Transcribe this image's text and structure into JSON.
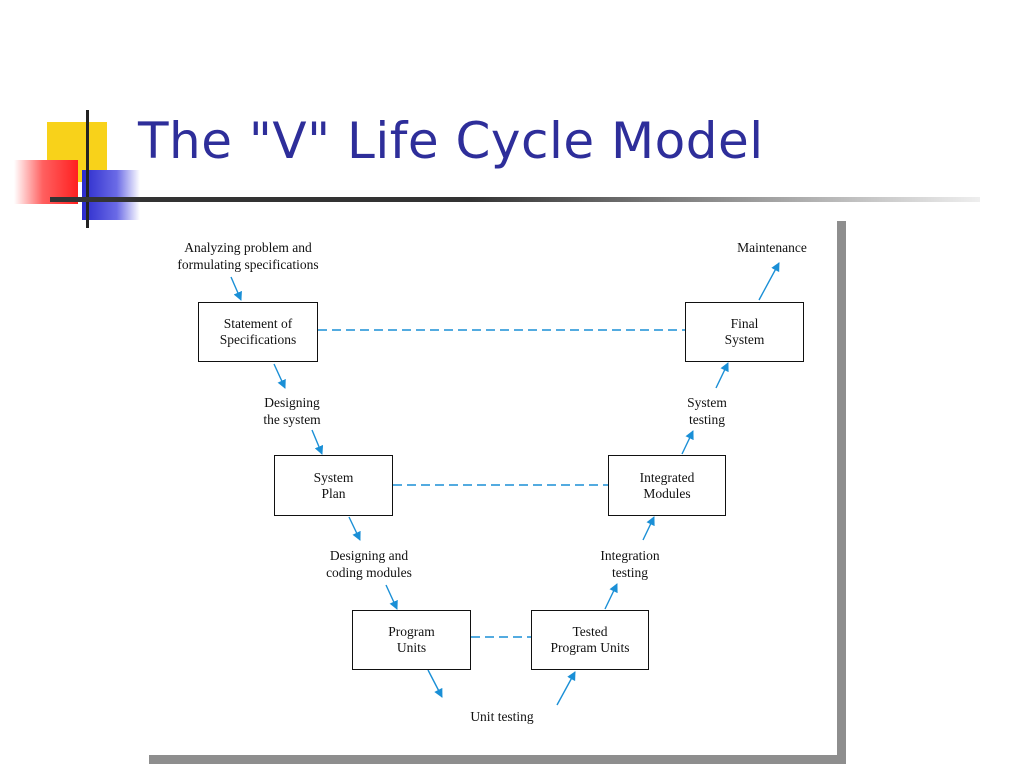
{
  "slide": {
    "title": "The \"V\" Life Cycle Model"
  },
  "diagram": {
    "boxes": {
      "statement": "Statement of\nSpecifications",
      "final": "Final\nSystem",
      "system_plan": "System\nPlan",
      "integrated": "Integrated\nModules",
      "program_units": "Program\nUnits",
      "tested_units": "Tested\nProgram Units"
    },
    "labels": {
      "analyzing": "Analyzing problem and\nformulating specifications",
      "maintenance": "Maintenance",
      "designing_system": "Designing\nthe system",
      "system_testing": "System\ntesting",
      "designing_coding": "Designing and\ncoding modules",
      "integration_testing": "Integration\ntesting",
      "unit_testing": "Unit testing"
    },
    "colors": {
      "arrow": "#1a8fd6",
      "title": "#2e2e9a"
    }
  }
}
